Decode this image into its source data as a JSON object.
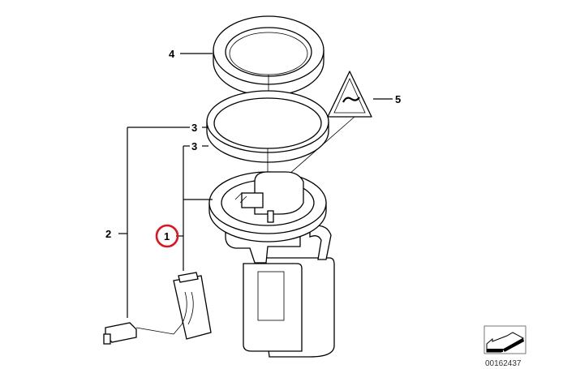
{
  "diagram": {
    "labels": {
      "ring": "4",
      "warning_triangle": "5",
      "seal_upper": "3",
      "seal_lower": "3",
      "level_sensor": "2",
      "fuel_pump": "1"
    },
    "highlighted_label": "1",
    "highlight_color": "#e0141e",
    "reference_number": "00162437"
  }
}
